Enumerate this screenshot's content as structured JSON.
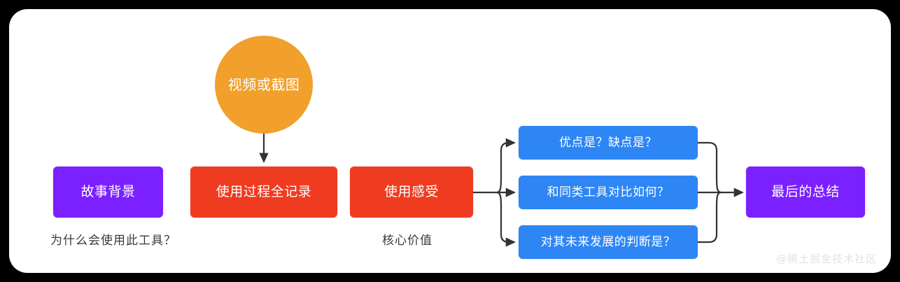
{
  "diagram": {
    "title_watermark": "@稀土掘金技术社区",
    "colors": {
      "background": "#000000",
      "card": "#ffffff",
      "purple": "#7B20FF",
      "red": "#EF3B20",
      "blue": "#2E86F5",
      "orange": "#F0A02B",
      "connector": "#333333",
      "caption_text": "#3a3a3a",
      "watermark_text": "#e3e3e3"
    },
    "nodes": {
      "source": {
        "label": "视频或截图",
        "shape": "circle",
        "color": "orange"
      },
      "background": {
        "label": "故事背景",
        "shape": "rect",
        "color": "purple"
      },
      "process": {
        "label": "使用过程全记录",
        "shape": "rect",
        "color": "red"
      },
      "feeling": {
        "label": "使用感受",
        "shape": "rect",
        "color": "red"
      },
      "branch_1": {
        "label": "优点是？缺点是？",
        "shape": "rect",
        "color": "blue"
      },
      "branch_2": {
        "label": "和同类工具对比如何？",
        "shape": "rect",
        "color": "blue"
      },
      "branch_3": {
        "label": "对其未来发展的判断是？",
        "shape": "rect",
        "color": "blue"
      },
      "summary": {
        "label": "最后的总结",
        "shape": "rect",
        "color": "purple"
      }
    },
    "captions": {
      "background_caption": "为什么会使用此工具？",
      "feeling_caption": "核心价值"
    }
  }
}
